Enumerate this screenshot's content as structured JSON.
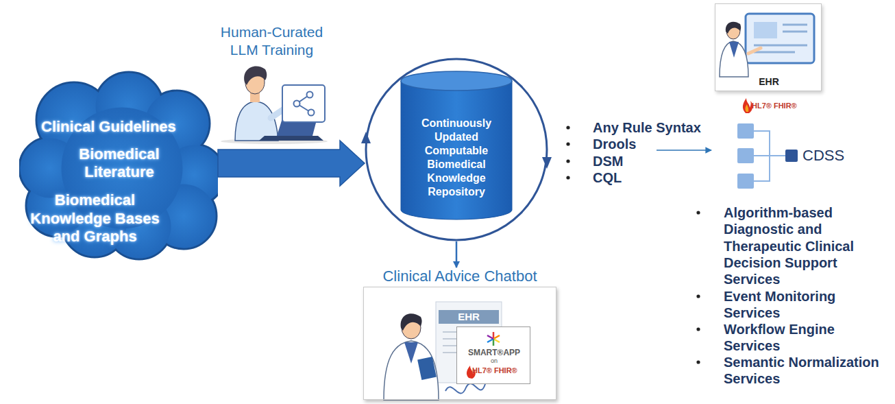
{
  "diagram": {
    "nodes": [
      {
        "text": [
          "Clinical Guidelines",
          "Biomedical Literature",
          "Biomedical Knowledge Bases and Graphs"
        ]
      },
      {
        "text": [
          "Continuously Updated Computable Biomedical Knowledge Repository"
        ]
      },
      {
        "text": [
          "Clinical Advice Chatbot"
        ]
      },
      {
        "text": [
          "SMART®APP",
          "on",
          "HL7® FHIR®"
        ],
        "in": 2
      },
      {
        "text": [
          "EHR"
        ]
      }
    ],
    "edges": [
      {
        "from": 0,
        "to": 1,
        "arrow": "to"
      },
      {
        "from": 1,
        "to": 2,
        "arrow": "to"
      }
    ],
    "labels": [
      "Human-Curated LLM Training",
      "Any Rule Syntax",
      "Drools",
      "DSM",
      "CQL",
      "HL7® FHIR®",
      "CDSS",
      "Algorithm-based Diagnostic and Therapeutic Clinical Decision Support Services",
      "Event Monitoring Services",
      "Workflow Engine Services",
      "Semantic Normalization Services",
      "EHR"
    ]
  }
}
